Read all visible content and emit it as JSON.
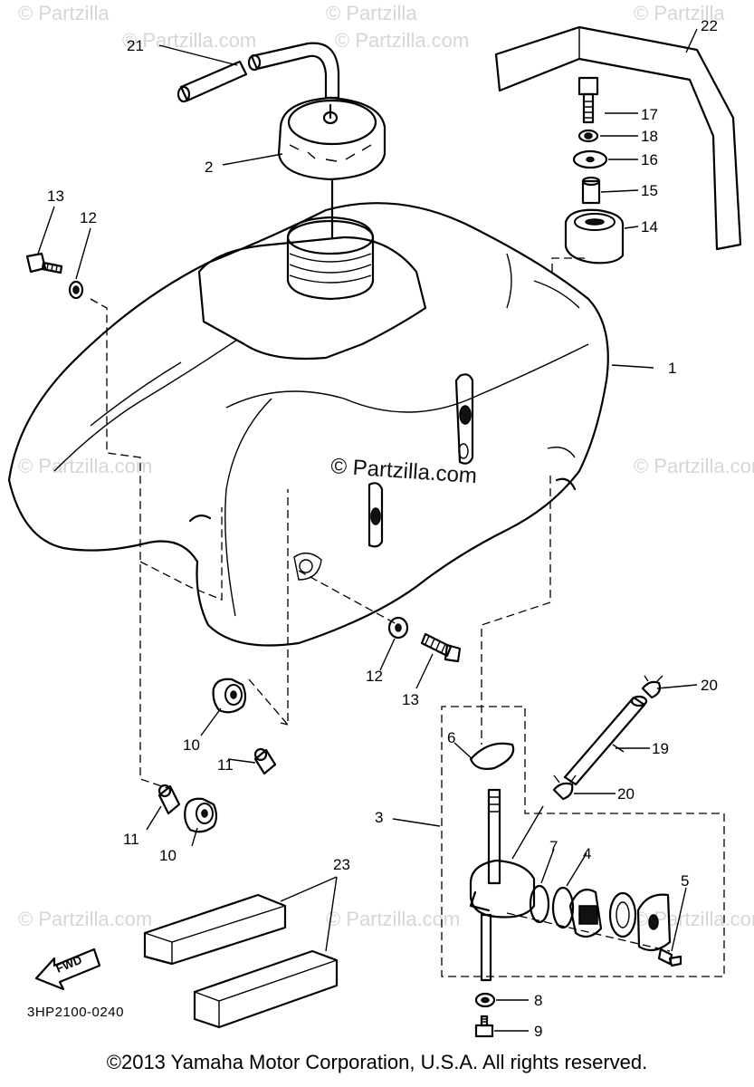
{
  "watermarks": {
    "brand_short": "© Partzilla",
    "brand_full": "© Partzilla.com"
  },
  "diagram_code": "3HP2100-0240",
  "fwd_label": "FWD",
  "copyright": "©2013  Yamaha Motor Corporation, U.S.A. All rights reserved.",
  "callouts": {
    "c1": "1",
    "c2": "2",
    "c3": "3",
    "c4": "4",
    "c5": "5",
    "c6": "6",
    "c7": "7",
    "c8": "8",
    "c9": "9",
    "c10a": "10",
    "c10b": "10",
    "c11a": "11",
    "c11b": "11",
    "c12a": "12",
    "c12b": "12",
    "c13a": "13",
    "c13b": "13",
    "c14": "14",
    "c15": "15",
    "c16": "16",
    "c17": "17",
    "c18": "18",
    "c19": "19",
    "c20a": "20",
    "c20b": "20",
    "c21": "21",
    "c22": "22",
    "c23": "23"
  }
}
